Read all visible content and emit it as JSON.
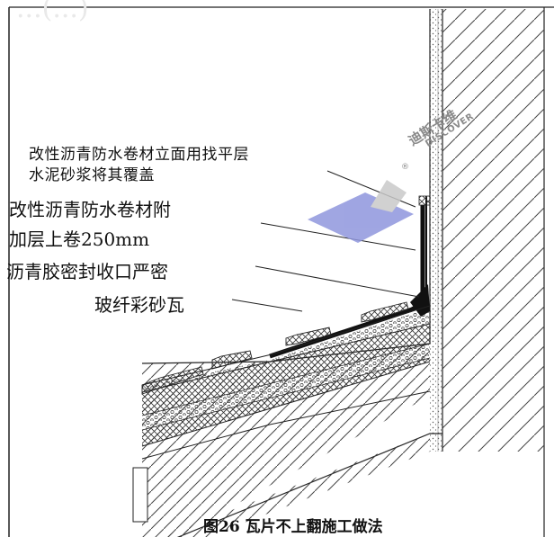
{
  "header_faded": "...(...)",
  "labels": {
    "membrane_vertical_line1": "改性沥青防水卷材立面用找平层",
    "membrane_vertical_line2": "水泥砂浆将其覆盖",
    "additional_layer_line1": "改性沥青防水卷材附",
    "additional_layer_line2": "加层上卷250mm",
    "sealant": "沥青胶密封收口严密",
    "tiles": "玻纤彩砂瓦"
  },
  "caption": "图26  瓦片不上翻施工做法",
  "watermark": {
    "name_cn": "迪斯卡维",
    "name_en": "DISCOVER",
    "registered": "®"
  },
  "colors": {
    "line": "#222222",
    "hatch": "#444444",
    "watermark_blue": "#8f96dd",
    "watermark_grey": "#c9c9c9"
  }
}
